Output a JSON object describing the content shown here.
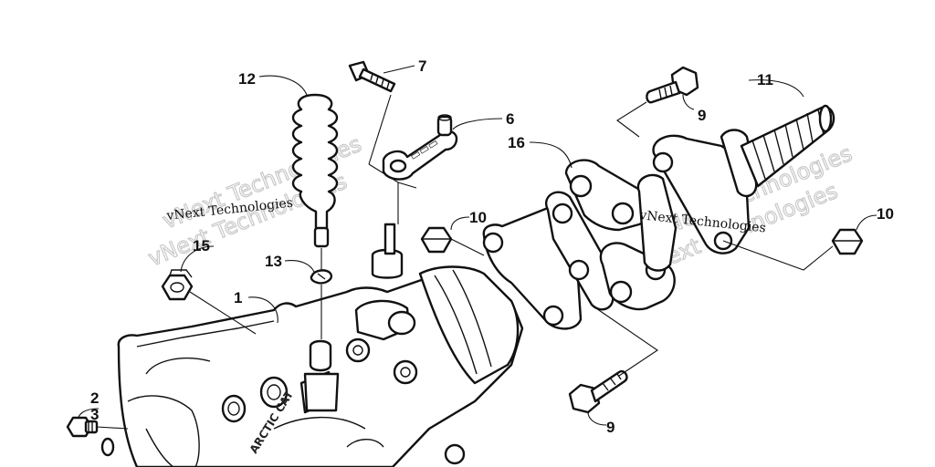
{
  "callouts": [
    {
      "id": "1",
      "label": "1"
    },
    {
      "id": "2",
      "label": "2"
    },
    {
      "id": "3",
      "label": "3"
    },
    {
      "id": "6",
      "label": "6"
    },
    {
      "id": "7",
      "label": "7"
    },
    {
      "id": "9a",
      "label": "9"
    },
    {
      "id": "9b",
      "label": "9"
    },
    {
      "id": "10a",
      "label": "10"
    },
    {
      "id": "10b",
      "label": "10"
    },
    {
      "id": "11",
      "label": "11"
    },
    {
      "id": "12",
      "label": "12"
    },
    {
      "id": "13",
      "label": "13"
    },
    {
      "id": "15",
      "label": "15"
    },
    {
      "id": "16",
      "label": "16"
    }
  ],
  "watermark": {
    "text": "vNext Technologies"
  },
  "housing_stamp": "ARCTIC CAT"
}
